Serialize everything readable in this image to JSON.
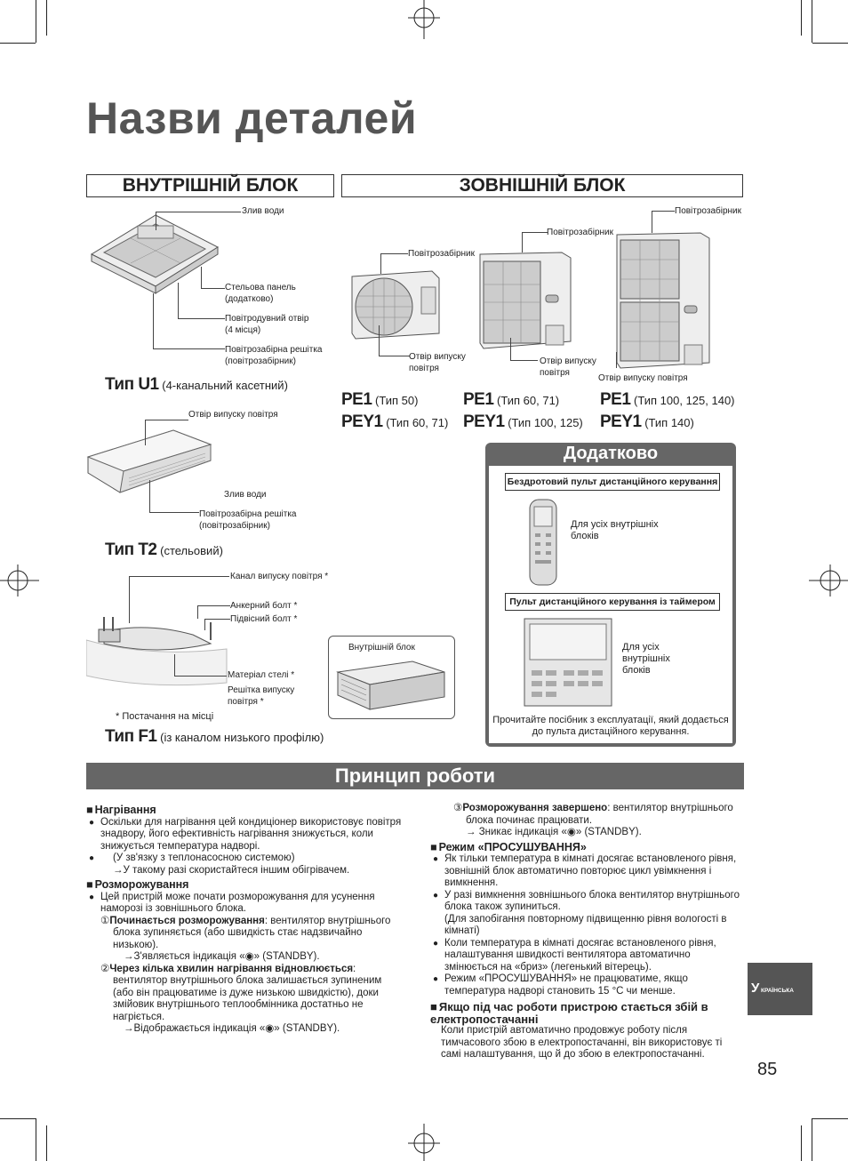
{
  "page": {
    "title": "Назви деталей",
    "page_number": "85",
    "lang_tab_letter": "У",
    "lang_tab_rest": "КРАЇНСЬКА"
  },
  "indoor": {
    "heading": "ВНУТРІШНІЙ БЛОК",
    "u1": {
      "type_code": "Тип U1",
      "type_desc": "(4-канальний касетний)",
      "labels": [
        "Злив води",
        "Стельова панель (додатково)",
        "Повітродувний отвір (4 місця)",
        "Повітрозабірна решітка (повітрозабірник)"
      ]
    },
    "t2": {
      "type_code": "Тип T2",
      "type_desc": "(стельовий)",
      "labels": [
        "Отвір випуску повітря",
        "Злив води",
        "Повітрозабірна решітка (повітрозабірник)"
      ]
    },
    "f1": {
      "type_code": "Тип F1",
      "type_desc": "(із каналом низького профілю)",
      "labels": [
        "Канал випуску повітря *",
        "Анкерний болт *",
        "Підвісний болт *",
        "Матеріал стелі *",
        "Решітка випуску повітря *",
        "* Постачання на місці"
      ],
      "inset_label": "Внутрішній блок"
    }
  },
  "outdoor": {
    "heading": "ЗОВНІШНІЙ БЛОК",
    "units": [
      {
        "intake": "Повітрозабірник",
        "outlet": "Отвір випуску повітря",
        "m1": "PE1",
        "m1_desc": "(Тип 50)",
        "m2": "PEY1",
        "m2_desc": "(Тип 60, 71)"
      },
      {
        "intake": "Повітрозабірник",
        "outlet": "Отвір випуску повітря",
        "m1": "PE1",
        "m1_desc": "(Тип 60, 71)",
        "m2": "PEY1",
        "m2_desc": "(Тип 100, 125)"
      },
      {
        "intake": "Повітрозабірник",
        "outlet": "Отвір випуску повітря",
        "m1": "PE1",
        "m1_desc": "(Тип 100, 125, 140)",
        "m2": "PEY1",
        "m2_desc": "(Тип 140)"
      }
    ]
  },
  "optional": {
    "heading": "Додатково",
    "wireless_label": "Бездротовий пульт дистанційного керування",
    "wireless_desc": "Для усіх внутрішніх блоків",
    "timer_label": "Пульт дистанційного керування із таймером",
    "timer_desc": "Для усіх внутрішніх блоків",
    "note": "Прочитайте посібник з експлуатації, який додається до пульта дистаційного керування."
  },
  "operation": {
    "heading": "Принцип роботи",
    "heating_title": "Нагрівання",
    "heating_body": "Оскільки для нагрівання цей кондиціонер використовує повітря знадвору, його ефективність нагрівання знижується, коли знижується температура надворі.",
    "heating_note1": "(У зв'язку з теплонасосною системою)",
    "heating_note2": "→У такому разі скористайтеся іншим обігрівачем.",
    "defrost_title": "Розморожування",
    "defrost_body": "Цей пристрій може почати розморожування для усунення наморозі із зовнішнього блока.",
    "d1_num": "①",
    "d1_bold": "Починається розморожування",
    "d1_text": ": вентилятор внутрішнього блока зупиняється (або швидкість стає надзвичайно низькою).",
    "d1_arrow": "→З'являється індикація «◉» (STANDBY).",
    "d2_num": "②",
    "d2_bold": "Через кілька хвилин нагрівання відновлюється",
    "d2_text": ": вентилятор внутрішнього блока залишається зупиненим (або він працюватиме із дуже низькою швидкістю), доки змійовик внутрішнього теплообмінника достатньо не нагріється.",
    "d2_arrow": "→Відображається індикація «◉» (STANDBY).",
    "d3_num": "③",
    "d3_bold": "Розморожування завершено",
    "d3_text": ": вентилятор внутрішнього блока починає працювати.",
    "d3_arrow": "→ Зникає індикація «◉» (STANDBY).",
    "dry_title": "Режим «ПРОСУШУВАННЯ»",
    "dry_b1": "Як тільки температура в кімнаті досягає встановленого рівня, зовнішній блок автоматично повторює цикл увімкнення і вимкнення.",
    "dry_b2": "У разі вимкнення зовнішнього блока вентилятор внутрішнього блока також зупиниться.",
    "dry_b2_note": "(Для запобігання повторному підвищенню рівня вологості в кімнаті)",
    "dry_b3": "Коли температура в кімнаті досягає встановленого рівня, налаштування швидкості вентилятора автоматично змінюється на «бриз» (легенький вітерець).",
    "dry_b4": "Режим «ПРОСУШУВАННЯ» не працюватиме, якщо температура надворі становить 15 °C чи менше.",
    "power_title": "Якщо під час роботи пристрою стається збій в електропостачанні",
    "power_body": "Коли пристрій автоматично продовжує роботу після тимчасового збою в електропостачанні, він використовує ті самі налаштування, що й до збою в електропостачанні."
  }
}
